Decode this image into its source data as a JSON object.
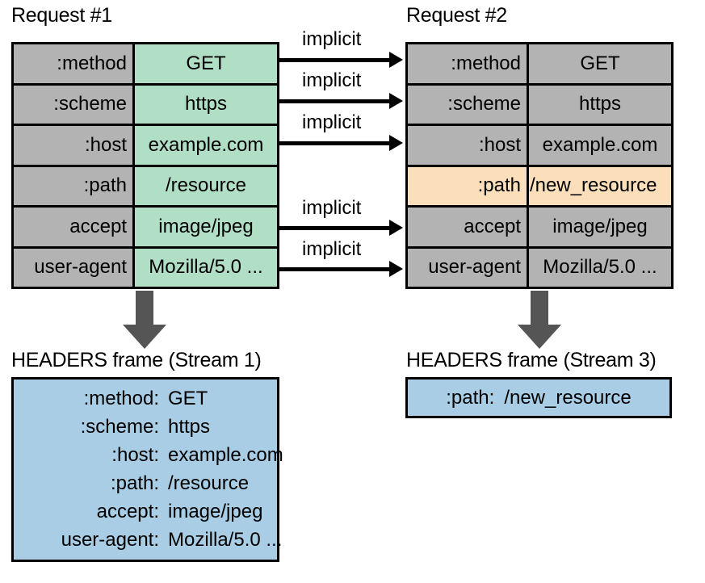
{
  "diagram": {
    "request1": {
      "title": "Request #1",
      "rows": [
        {
          "name": ":method",
          "value": "GET",
          "highlight": false
        },
        {
          "name": ":scheme",
          "value": "https",
          "highlight": false
        },
        {
          "name": ":host",
          "value": "example.com",
          "highlight": false
        },
        {
          "name": ":path",
          "value": "/resource",
          "highlight": false
        },
        {
          "name": "accept",
          "value": "image/jpeg",
          "highlight": false
        },
        {
          "name": "user-agent",
          "value": "Mozilla/5.0 ...",
          "highlight": false
        }
      ]
    },
    "request2": {
      "title": "Request #2",
      "rows": [
        {
          "name": ":method",
          "value": "GET",
          "highlight": false
        },
        {
          "name": ":scheme",
          "value": "https",
          "highlight": false
        },
        {
          "name": ":host",
          "value": "example.com",
          "highlight": false
        },
        {
          "name": ":path",
          "value": "/new_resource",
          "highlight": true
        },
        {
          "name": "accept",
          "value": "image/jpeg",
          "highlight": false
        },
        {
          "name": "user-agent",
          "value": "Mozilla/5.0 ...",
          "highlight": false
        }
      ]
    },
    "connectors": [
      {
        "label": "implicit",
        "from_row": ":method"
      },
      {
        "label": "implicit",
        "from_row": ":scheme"
      },
      {
        "label": "implicit",
        "from_row": ":host"
      },
      {
        "label": "implicit",
        "from_row": "accept"
      },
      {
        "label": "implicit",
        "from_row": "user-agent"
      }
    ],
    "frame1": {
      "title": "HEADERS frame (Stream 1)",
      "lines": [
        {
          "key": ":method:",
          "value": "GET"
        },
        {
          "key": ":scheme:",
          "value": "https"
        },
        {
          "key": ":host:",
          "value": "example.com"
        },
        {
          "key": ":path:",
          "value": "/resource"
        },
        {
          "key": "accept:",
          "value": "image/jpeg"
        },
        {
          "key": "user-agent:",
          "value": "Mozilla/5.0 ..."
        }
      ]
    },
    "frame2": {
      "title": "HEADERS frame (Stream 3)",
      "lines": [
        {
          "key": ":path:",
          "value": "/new_resource"
        }
      ]
    },
    "colors": {
      "header_name_fill": "#b3b3b3",
      "value_fill_green": "#b1dfc6",
      "value_fill_gray": "#b3b3b3",
      "highlight_fill": "#fbdfba",
      "frame_fill": "#a9cde4",
      "arrow_fill": "#555555",
      "stroke": "#000000",
      "background": "#ffffff"
    }
  }
}
